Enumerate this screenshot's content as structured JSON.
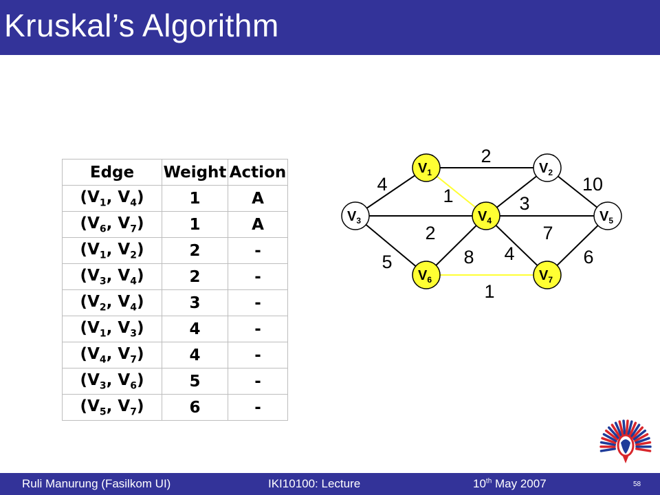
{
  "title": "Kruskal’s Algorithm",
  "table": {
    "headers": [
      "Edge",
      "Weight",
      "Action"
    ],
    "rows": [
      {
        "a": "V",
        "as": "1",
        "b": "V",
        "bs": "4",
        "weight": "1",
        "action": "A"
      },
      {
        "a": "V",
        "as": "6",
        "b": "V",
        "bs": "7",
        "weight": "1",
        "action": "A"
      },
      {
        "a": "V",
        "as": "1",
        "b": "V",
        "bs": "2",
        "weight": "2",
        "action": "-"
      },
      {
        "a": "V",
        "as": "3",
        "b": "V",
        "bs": "4",
        "weight": "2",
        "action": "-"
      },
      {
        "a": "V",
        "as": "2",
        "b": "V",
        "bs": "4",
        "weight": "3",
        "action": "-"
      },
      {
        "a": "V",
        "as": "1",
        "b": "V",
        "bs": "3",
        "weight": "4",
        "action": "-"
      },
      {
        "a": "V",
        "as": "4",
        "b": "V",
        "bs": "7",
        "weight": "4",
        "action": "-"
      },
      {
        "a": "V",
        "as": "3",
        "b": "V",
        "bs": "6",
        "weight": "5",
        "action": "-"
      },
      {
        "a": "V",
        "as": "5",
        "b": "V",
        "bs": "7",
        "weight": "6",
        "action": "-"
      }
    ]
  },
  "graph": {
    "highlight_color": "#ffff33",
    "edge_color": "#000000",
    "nodes": [
      {
        "id": "v1",
        "letter": "V",
        "sub": "1",
        "highlighted": true
      },
      {
        "id": "v2",
        "letter": "V",
        "sub": "2",
        "highlighted": false
      },
      {
        "id": "v3",
        "letter": "V",
        "sub": "3",
        "highlighted": false
      },
      {
        "id": "v4",
        "letter": "V",
        "sub": "4",
        "highlighted": true
      },
      {
        "id": "v5",
        "letter": "V",
        "sub": "5",
        "highlighted": false
      },
      {
        "id": "v6",
        "letter": "V",
        "sub": "6",
        "highlighted": true
      },
      {
        "id": "v7",
        "letter": "V",
        "sub": "7",
        "highlighted": true
      }
    ],
    "edges": [
      {
        "from": "v1",
        "to": "v2",
        "weight": "2",
        "selected": false
      },
      {
        "from": "v1",
        "to": "v3",
        "weight": "4",
        "selected": false
      },
      {
        "from": "v1",
        "to": "v4",
        "weight": "1",
        "selected": true
      },
      {
        "from": "v2",
        "to": "v4",
        "weight": "3",
        "selected": false
      },
      {
        "from": "v2",
        "to": "v5",
        "weight": "10",
        "selected": false
      },
      {
        "from": "v3",
        "to": "v4",
        "weight": "2",
        "selected": false
      },
      {
        "from": "v4",
        "to": "v5",
        "weight": "7",
        "selected": false
      },
      {
        "from": "v3",
        "to": "v6",
        "weight": "5",
        "selected": false
      },
      {
        "from": "v4",
        "to": "v6",
        "weight": "8",
        "selected": false
      },
      {
        "from": "v4",
        "to": "v7",
        "weight": "4",
        "selected": false
      },
      {
        "from": "v5",
        "to": "v7",
        "weight": "6",
        "selected": false
      },
      {
        "from": "v6",
        "to": "v7",
        "weight": "1",
        "selected": true
      }
    ]
  },
  "footer": {
    "author": "Ruli Manurung (Fasilkom UI)",
    "course": "IKI10100: Lecture",
    "date_day": "10",
    "date_suffix": "th",
    "date_rest": " May 2007",
    "page": "58"
  },
  "logo": {
    "icon": "university-crest-icon",
    "red": "#d8262b",
    "blue": "#1f3c99"
  }
}
